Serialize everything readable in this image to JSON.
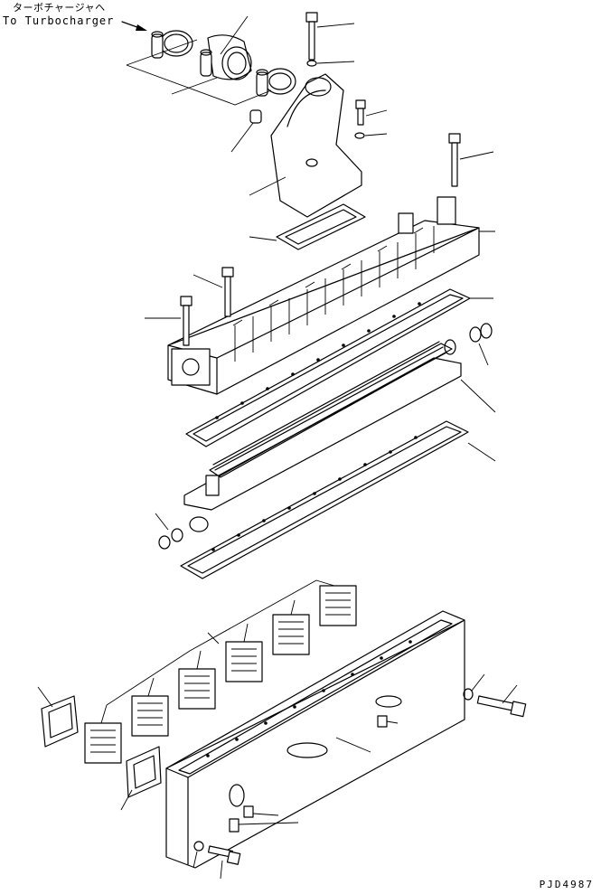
{
  "callout": {
    "label_jp": "ターボチャージャヘ",
    "label_en": "To Turbocharger"
  },
  "drawing_code": "PJD4987"
}
